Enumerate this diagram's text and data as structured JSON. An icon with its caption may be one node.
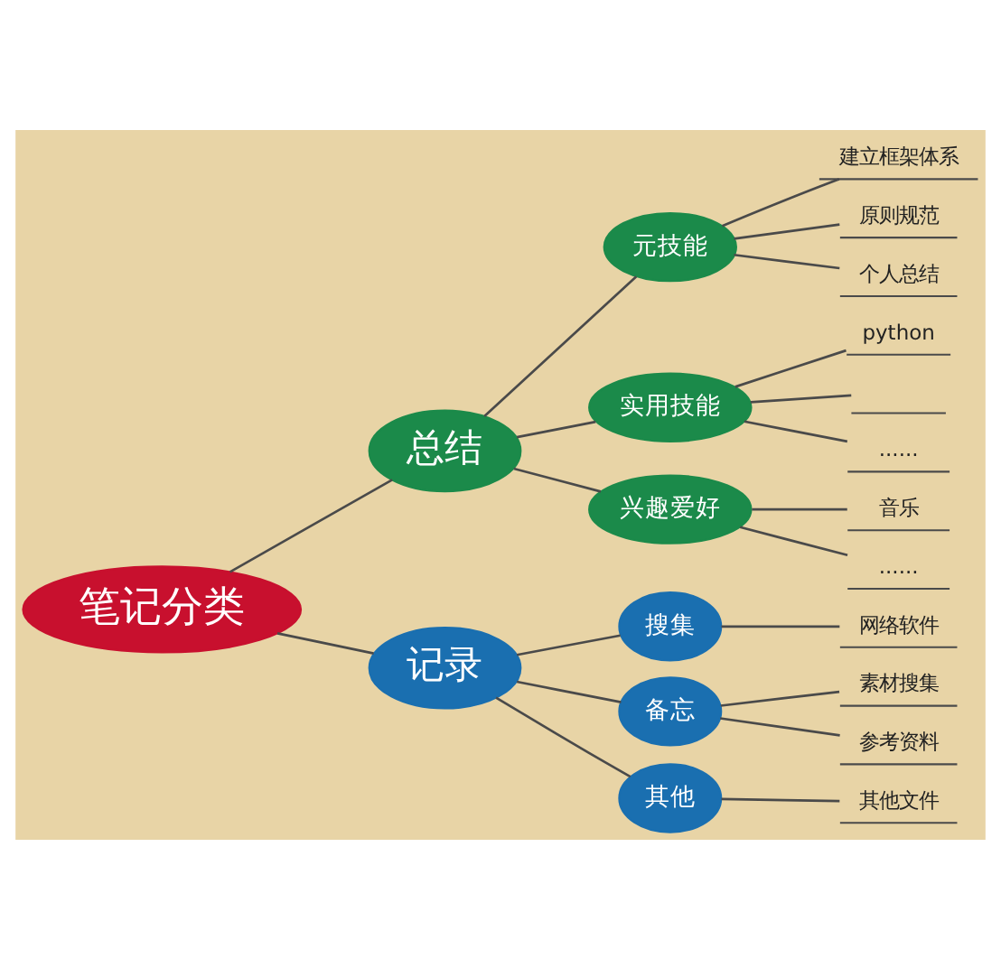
{
  "diagram": {
    "nodes": [
      {
        "text": [
          "笔记分类"
        ]
      },
      {
        "text": [
          "总结"
        ]
      },
      {
        "text": [
          "元技能"
        ]
      },
      {
        "text": [
          "建立框架体系"
        ]
      },
      {
        "text": [
          "原则规范"
        ]
      },
      {
        "text": [
          "个人总结"
        ]
      },
      {
        "text": [
          "实用技能"
        ]
      },
      {
        "text": [
          "python"
        ]
      },
      {
        "text": [],
        "shape": "line"
      },
      {
        "text": [
          "......"
        ]
      },
      {
        "text": [
          "兴趣爱好"
        ]
      },
      {
        "text": [
          "音乐"
        ]
      },
      {
        "text": [
          "......"
        ]
      },
      {
        "text": [
          "记录"
        ]
      },
      {
        "text": [
          "搜集"
        ]
      },
      {
        "text": [
          "网络软件"
        ]
      },
      {
        "text": [
          "备忘"
        ]
      },
      {
        "text": [
          "素材搜集"
        ]
      },
      {
        "text": [
          "参考资料"
        ]
      },
      {
        "text": [
          "其他"
        ]
      },
      {
        "text": [
          "其他文件"
        ]
      }
    ],
    "edges": [
      {
        "from": 0,
        "to": 1,
        "arrow": "none"
      },
      {
        "from": 1,
        "to": 2,
        "arrow": "none"
      },
      {
        "from": 2,
        "to": 3,
        "arrow": "none"
      },
      {
        "from": 2,
        "to": 4,
        "arrow": "none"
      },
      {
        "from": 2,
        "to": 5,
        "arrow": "none"
      },
      {
        "from": 1,
        "to": 6,
        "arrow": "none"
      },
      {
        "from": 6,
        "to": 7,
        "arrow": "none"
      },
      {
        "from": 6,
        "to": 8,
        "arrow": "none"
      },
      {
        "from": 6,
        "to": 9,
        "arrow": "none"
      },
      {
        "from": 1,
        "to": 10,
        "arrow": "none"
      },
      {
        "from": 10,
        "to": 11,
        "arrow": "none"
      },
      {
        "from": 10,
        "to": 12,
        "arrow": "none"
      },
      {
        "from": 0,
        "to": 13,
        "arrow": "none"
      },
      {
        "from": 13,
        "to": 14,
        "arrow": "none"
      },
      {
        "from": 14,
        "to": 15,
        "arrow": "none"
      },
      {
        "from": 13,
        "to": 16,
        "arrow": "none"
      },
      {
        "from": 16,
        "to": 17,
        "arrow": "none"
      },
      {
        "from": 16,
        "to": 18,
        "arrow": "none"
      },
      {
        "from": 13,
        "to": 19,
        "arrow": "none"
      },
      {
        "from": 19,
        "to": 20,
        "arrow": "none"
      }
    ]
  }
}
